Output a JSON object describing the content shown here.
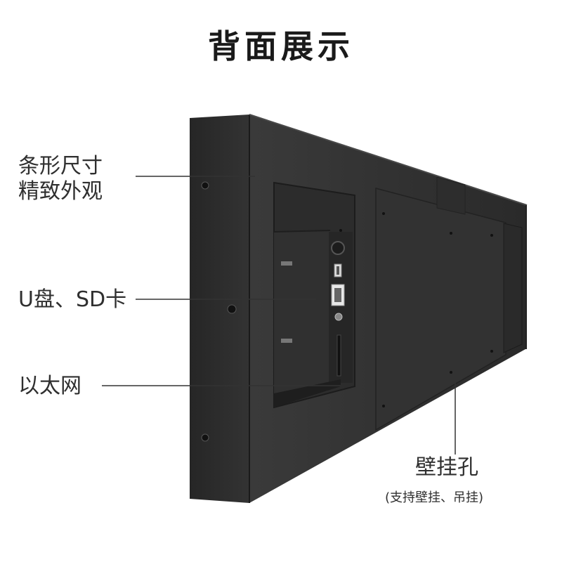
{
  "title": "背面展示",
  "callouts": {
    "shape": {
      "line1": "条形尺寸",
      "line2": "精致外观"
    },
    "usb_sd": "U盘、SD卡",
    "ethernet": "以太网",
    "wall_mount": {
      "title": "壁挂孔",
      "note": "(支持壁挂、吊挂)"
    }
  }
}
